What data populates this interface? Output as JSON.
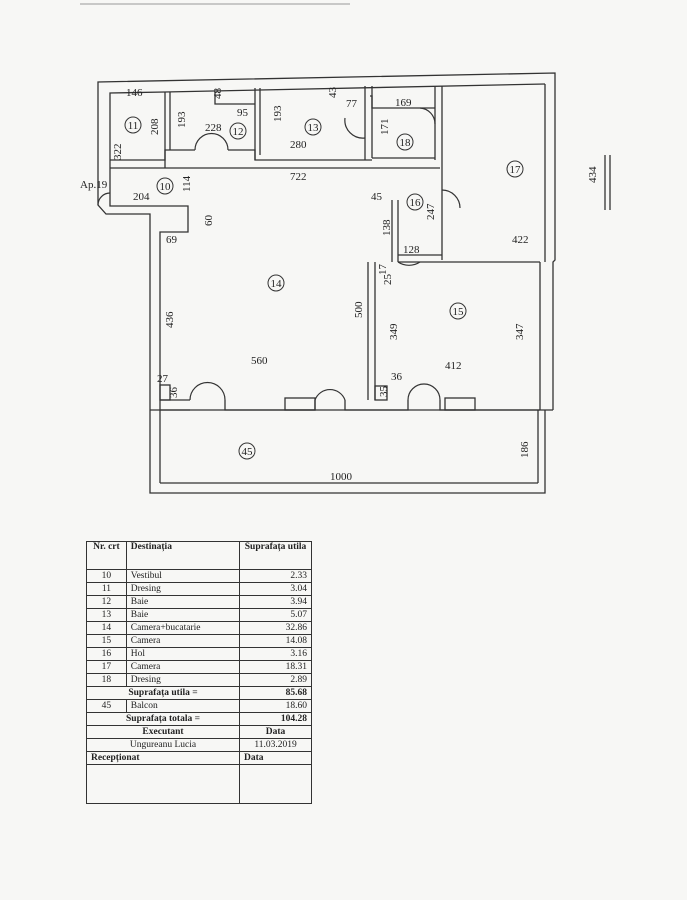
{
  "plan": {
    "apartment_label": "Ap.19",
    "rooms": [
      {
        "id": "10",
        "num": "10"
      },
      {
        "id": "11",
        "num": "11"
      },
      {
        "id": "12",
        "num": "12"
      },
      {
        "id": "13",
        "num": "13"
      },
      {
        "id": "14",
        "num": "14"
      },
      {
        "id": "15",
        "num": "15"
      },
      {
        "id": "16",
        "num": "16"
      },
      {
        "id": "17",
        "num": "17"
      },
      {
        "id": "18",
        "num": "18"
      },
      {
        "id": "45",
        "num": "45"
      }
    ],
    "dimensions": {
      "d146": "146",
      "d208": "208",
      "d322": "322",
      "d193a": "193",
      "d48": "48",
      "d95": "95",
      "d228": "228",
      "d193b": "193",
      "d43": "43",
      "d280": "280",
      "d77": "77",
      "d169": "169",
      "d171": "171",
      "d434": "434",
      "d422": "422",
      "d204": "204",
      "d114": "114",
      "d722": "722",
      "d60": "60",
      "d69": "69",
      "d45": "45",
      "d247": "247",
      "d138": "138",
      "d128": "128",
      "d17": "17",
      "d25": "25",
      "d500": "500",
      "d436": "436",
      "d349": "349",
      "d347": "347",
      "d560": "560",
      "d412": "412",
      "d27": "27",
      "d36a": "36",
      "d35": "35",
      "d36b": "36",
      "d186": "186",
      "d1000": "1000"
    }
  },
  "table": {
    "header": {
      "nr": "Nr. crt",
      "dest": "Destinația",
      "supr": "Suprafața utila"
    },
    "rows": [
      {
        "nr": "10",
        "dest": "Vestibul",
        "supr": "2.33"
      },
      {
        "nr": "11",
        "dest": "Dresing",
        "supr": "3.04"
      },
      {
        "nr": "12",
        "dest": "Baie",
        "supr": "3.94"
      },
      {
        "nr": "13",
        "dest": "Baie",
        "supr": "5.07"
      },
      {
        "nr": "14",
        "dest": "Camera+bucatarie",
        "supr": "32.86"
      },
      {
        "nr": "15",
        "dest": "Camera",
        "supr": "14.08"
      },
      {
        "nr": "16",
        "dest": "Hol",
        "supr": "3.16"
      },
      {
        "nr": "17",
        "dest": "Camera",
        "supr": "18.31"
      },
      {
        "nr": "18",
        "dest": "Dresing",
        "supr": "2.89"
      }
    ],
    "util_label": "Suprafața utila  =",
    "util_value": "85.68",
    "balcony": {
      "nr": "45",
      "dest": "Balcon",
      "supr": "18.60"
    },
    "total_label": "Suprafața totala  =",
    "total_value": "104.28",
    "executant_label": "Executant",
    "data_label": "Data",
    "executant_name": "Ungureanu Lucia",
    "executant_date": "11.03.2019",
    "receptionat_label": "Recepționat",
    "receptionat_data_label": "Data"
  }
}
